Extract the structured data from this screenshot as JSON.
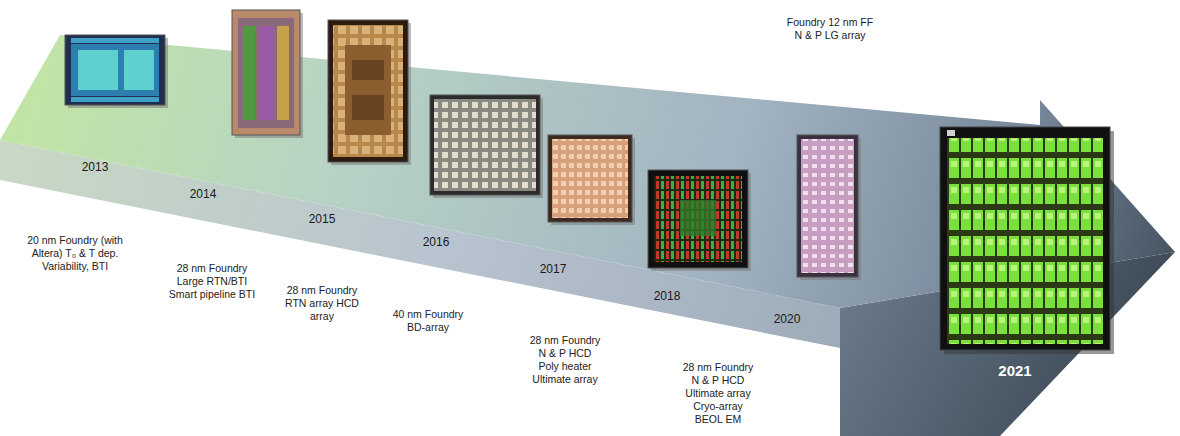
{
  "diagram": {
    "labels": [
      "2013",
      "20 nm Foundry (with Altera) T₀ & T dep. Variability, BTI",
      "2014",
      "28 nm Foundry Large RTN/BTI Smart pipeline BTI",
      "2015",
      "28 nm Foundry RTN array HCD array",
      "2016",
      "40 nm Foundry BD-array",
      "2017",
      "28 nm Foundry N & P HCD Poly heater Ultimate array",
      "2018",
      "28 nm Foundry N & P HCD Ultimate array Cryo-array BEOL EM",
      "Foundry 12 nm FF N & P LG array",
      "2020",
      "2021"
    ]
  }
}
